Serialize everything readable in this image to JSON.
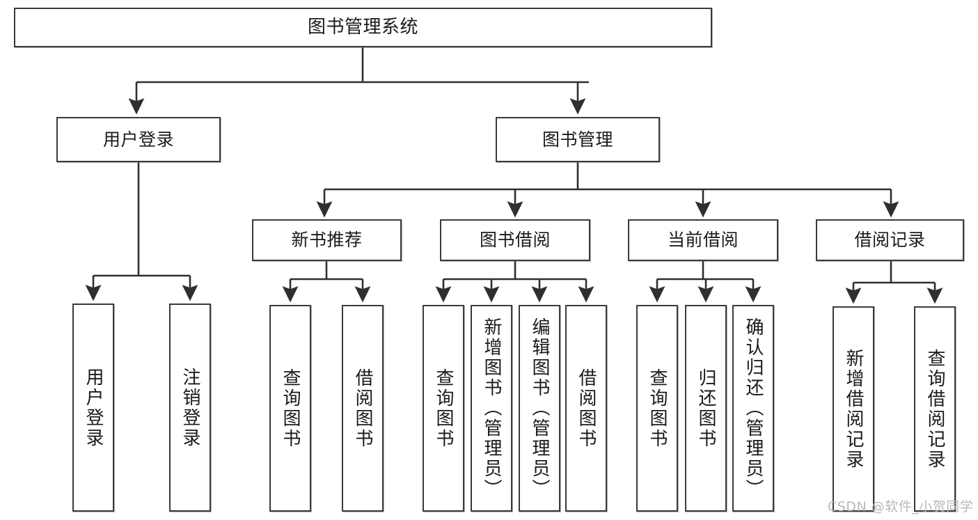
{
  "diagram": {
    "type": "tree-hierarchy",
    "title": "图书管理系统",
    "nodes": {
      "root": {
        "label": "图书管理系统"
      },
      "level2": [
        {
          "id": "user-login",
          "label": "用户登录"
        },
        {
          "id": "book-management",
          "label": "图书管理"
        }
      ],
      "level3": [
        {
          "id": "new-book-recommend",
          "label": "新书推荐"
        },
        {
          "id": "book-borrow",
          "label": "图书借阅"
        },
        {
          "id": "current-borrow",
          "label": "当前借阅"
        },
        {
          "id": "borrow-record",
          "label": "借阅记录"
        }
      ],
      "leaves": {
        "user-login": [
          {
            "id": "leaf-user-login",
            "label": "用户登录"
          },
          {
            "id": "leaf-logout-login",
            "label": "注销登录"
          }
        ],
        "new-book-recommend": [
          {
            "id": "leaf-query-book-1",
            "label": "查询图书"
          },
          {
            "id": "leaf-borrow-book-1",
            "label": "借阅图书"
          }
        ],
        "book-borrow": [
          {
            "id": "leaf-query-book-2",
            "label": "查询图书"
          },
          {
            "id": "leaf-add-book",
            "label": "新增图书（管理员）"
          },
          {
            "id": "leaf-edit-book",
            "label": "编辑图书（管理员）"
          },
          {
            "id": "leaf-borrow-book-2",
            "label": "借阅图书"
          }
        ],
        "current-borrow": [
          {
            "id": "leaf-query-book-3",
            "label": "查询图书"
          },
          {
            "id": "leaf-return-book",
            "label": "归还图书"
          },
          {
            "id": "leaf-confirm-return",
            "label": "确认归还（管理员）"
          }
        ],
        "borrow-record": [
          {
            "id": "leaf-add-record",
            "label": "新增借阅记录"
          },
          {
            "id": "leaf-query-record",
            "label": "查询借阅记录"
          }
        ]
      }
    },
    "colors": {
      "box_border": "#3a3a3a",
      "box_fill": "#ffffff",
      "connector": "#2f2f2f",
      "text": "#1a1a1a",
      "watermark": "#b9b9b9"
    }
  },
  "watermark": {
    "text": "CSDN @软件_小贺同学"
  }
}
